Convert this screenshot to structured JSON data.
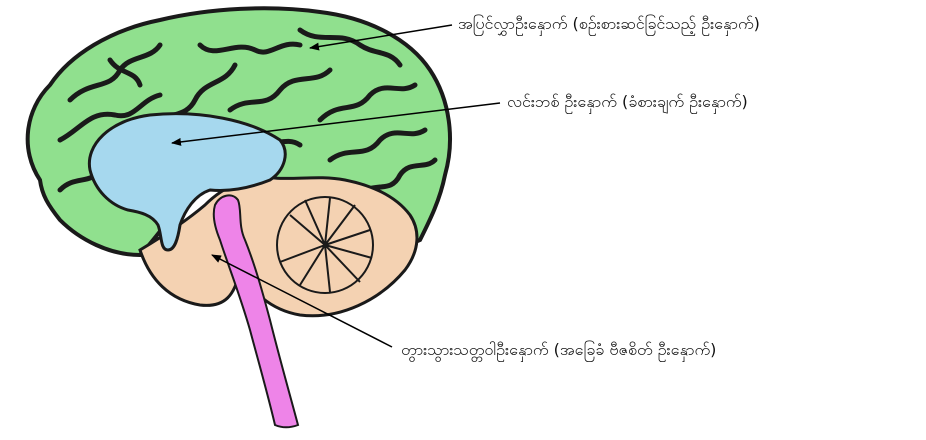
{
  "labels": {
    "neocortex": "အပြင်လွှာဦးနှောက် (စဉ်းစားဆင်ခြင်သည့် ဦးနှောက်)",
    "limbic": "လင်းဘစ် ဦးနှောက် (ခံစားချက် ဦးနှောက်)",
    "reptilian": "တွားသွားသတ္တဝါဦးနှောက် (အခြေခံ ဗီဇစိတ် ဦးနှောက်)"
  },
  "colors": {
    "cortex": "#90e08e",
    "limbic": "#a6d8ee",
    "brainstem": "#ee84e8",
    "cerebellum": "#f4d2b2",
    "outline": "#1a1a1a",
    "arrow": "#000000"
  }
}
